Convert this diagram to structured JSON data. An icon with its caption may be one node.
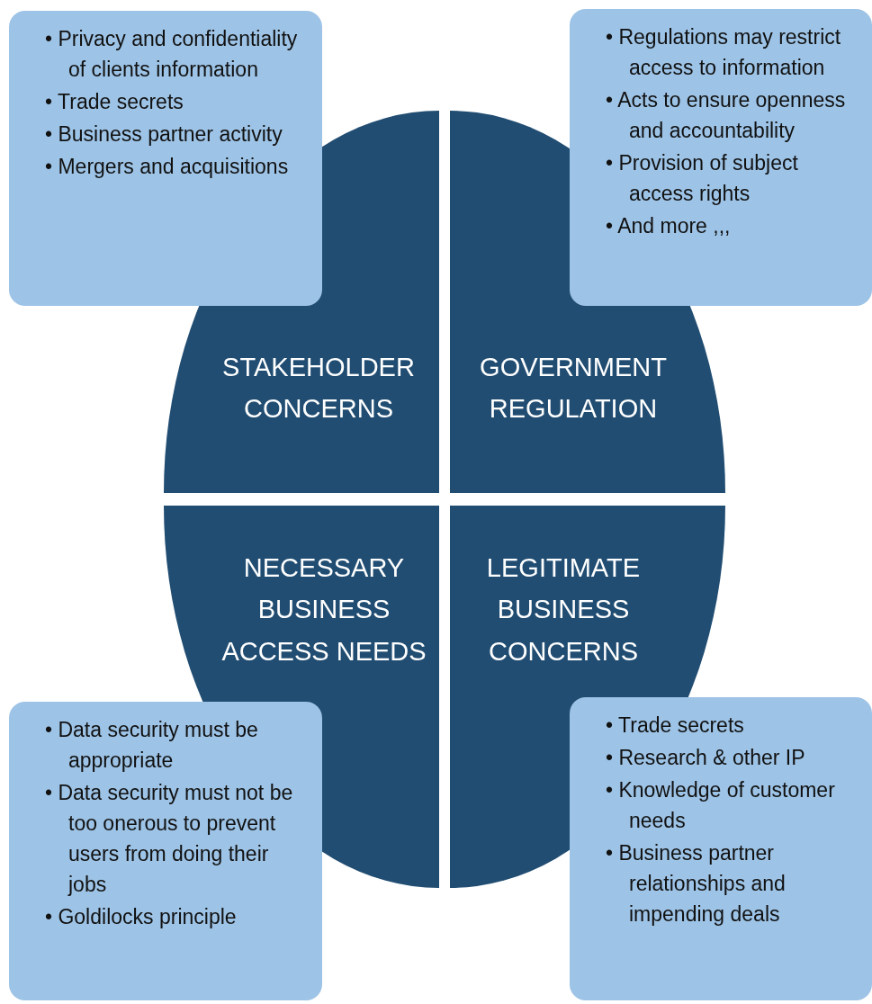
{
  "diagram": {
    "nodes": [
      {
        "text": [
          "• Privacy and confidentiality of clients information",
          "• Trade secrets",
          "• Business partner activity",
          "• Mergers and acquisitions"
        ]
      },
      {
        "text": [
          "• Regulations may restrict access to information",
          "• Acts to ensure openness and accountability",
          "• Provision of subject access rights",
          "• And more ,,,"
        ]
      },
      {
        "text": [
          "STAKEHOLDER CONCERNS"
        ]
      },
      {
        "text": [
          "GOVERNMENT REGULATION"
        ]
      },
      {
        "text": [
          "NECESSARY BUSINESS ACCESS NEEDS"
        ]
      },
      {
        "text": [
          "LEGITIMATE BUSINESS CONCERNS"
        ]
      },
      {
        "text": [
          "• Data security must be appropriate",
          "• Data security must not be too onerous to prevent users from doing their jobs",
          "• Goldilocks principle"
        ]
      },
      {
        "text": [
          "• Trade secrets",
          "• Research & other IP",
          "• Knowledge of customer needs",
          "• Business partner relationships and impending deals"
        ]
      }
    ]
  }
}
